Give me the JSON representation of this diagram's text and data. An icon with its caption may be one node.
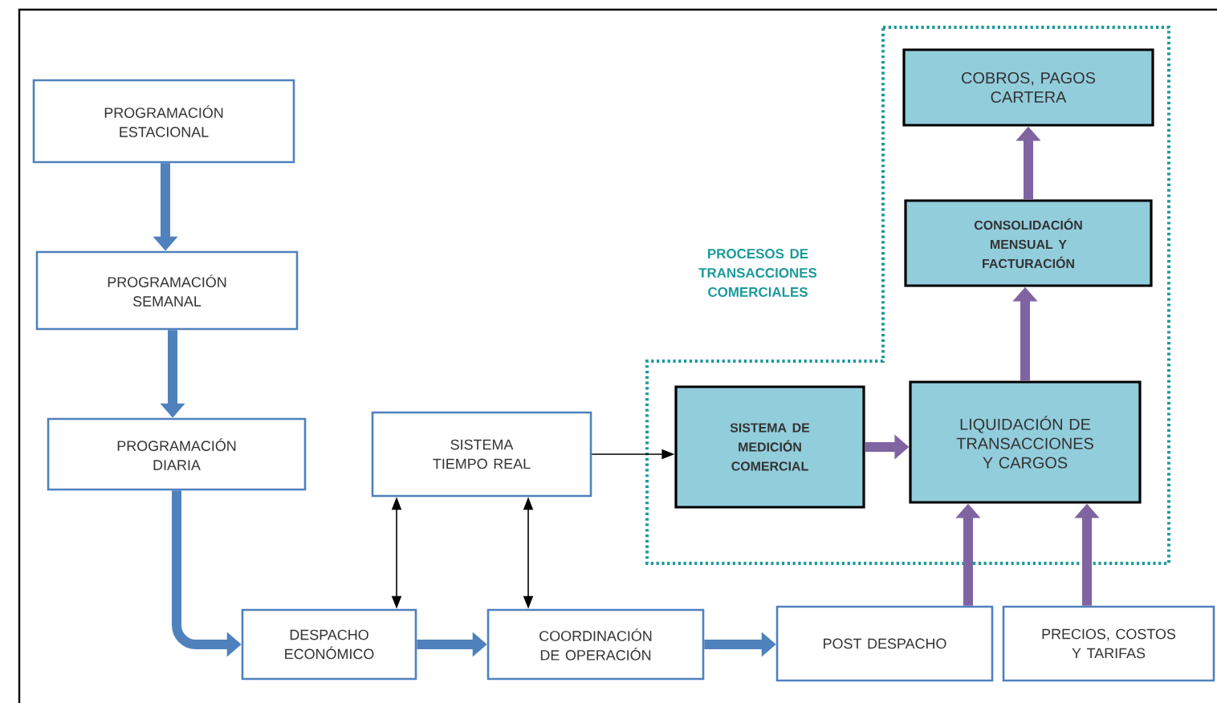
{
  "diagram": {
    "nodes": [
      {
        "text": [
          "PROGRAMACIÓN ESTACIONAL"
        ]
      },
      {
        "text": [
          "PROGRAMACIÓN SEMANAL"
        ]
      },
      {
        "text": [
          "PROGRAMACIÓN DIARIA"
        ]
      },
      {
        "text": [
          "SISTEMA TIEMPO REAL"
        ]
      },
      {
        "text": [
          "DESPACHO ECONÓMICO"
        ]
      },
      {
        "text": [
          "COORDINACIÓN DE OPERACIÓN"
        ]
      },
      {
        "text": [
          "POST DESPACHO"
        ]
      },
      {
        "text": [
          "PRECIOS, COSTOS Y TARIFAS"
        ]
      },
      {
        "text": [
          "PROCESOS DE TRANSACCIONES COMERCIALES"
        ]
      },
      {
        "text": [
          "COBROS, PAGOS CARTERA"
        ],
        "in": 8
      },
      {
        "text": [
          "CONSOLIDACIÓN MENSUAL Y FACTURACIÓN"
        ],
        "in": 8
      },
      {
        "text": [
          "SISTEMA DE MEDICIÓN COMERCIAL"
        ],
        "in": 8
      },
      {
        "text": [
          "LIQUIDACIÓN DE TRANSACCIONES Y CARGOS"
        ],
        "in": 8
      }
    ],
    "edges": [
      {
        "from": 0,
        "to": 1,
        "arrow": "to",
        "color": "#4f81bd"
      },
      {
        "from": 1,
        "to": 2,
        "arrow": "to",
        "color": "#4f81bd"
      },
      {
        "from": 2,
        "to": 4,
        "arrow": "to",
        "color": "#4f81bd"
      },
      {
        "from": 4,
        "to": 5,
        "arrow": "to",
        "color": "#4f81bd"
      },
      {
        "from": 5,
        "to": 6,
        "arrow": "to",
        "color": "#4f81bd"
      },
      {
        "from": 3,
        "to": 4,
        "arrow": "both",
        "color": "#000000"
      },
      {
        "from": 3,
        "to": 5,
        "arrow": "both",
        "color": "#000000"
      },
      {
        "from": 3,
        "to": 11,
        "arrow": "to",
        "color": "#000000"
      },
      {
        "from": 11,
        "to": 12,
        "arrow": "to",
        "color": "#8064a2"
      },
      {
        "from": 12,
        "to": 10,
        "arrow": "to",
        "color": "#8064a2"
      },
      {
        "from": 10,
        "to": 9,
        "arrow": "to",
        "color": "#8064a2"
      },
      {
        "from": 6,
        "to": 12,
        "arrow": "to",
        "color": "#8064a2"
      },
      {
        "from": 7,
        "to": 12,
        "arrow": "to",
        "color": "#8064a2"
      }
    ]
  }
}
